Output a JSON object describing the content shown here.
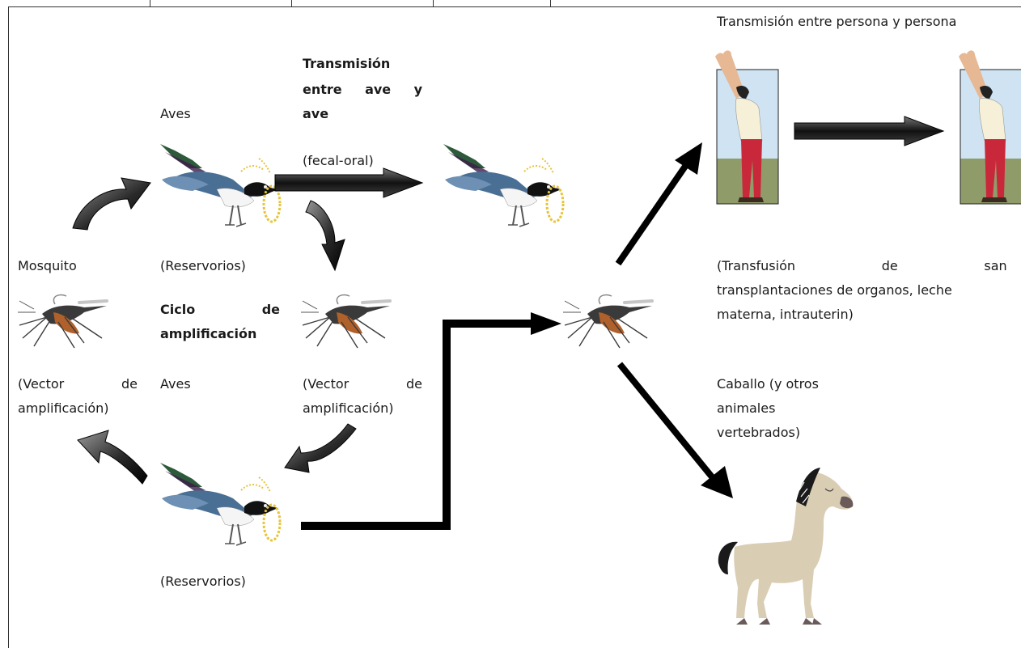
{
  "labels": {
    "aves_top": "Aves",
    "reservorios_top": "(Reservorios)",
    "mosquito": "Mosquito",
    "vector_left": "(Vector de amplificación)",
    "vector_left_word1": "(Vector",
    "vector_left_word2": "de",
    "vector_left_line2": "amplificación)",
    "ciclo_word1": "Ciclo",
    "ciclo_word2": "de",
    "ciclo_line2": "amplificación",
    "aves_center": "Aves",
    "vector_right_word1": "(Vector",
    "vector_right_word2": "de",
    "vector_right_line2": "amplificación)",
    "reservorios_bottom": "(Reservorios)",
    "bird_transmission_l1a": "Transmisión",
    "bird_transmission_l2a": "entre",
    "bird_transmission_l2b": "ave",
    "bird_transmission_l2c": "y",
    "bird_transmission_l3": "ave",
    "fecal_oral": "(fecal-oral)",
    "person_transmission": "Transmisión entre persona y persona",
    "transfusion_l1a": "(Transfusión",
    "transfusion_l1b": "de",
    "transfusion_l1c": "sangre,",
    "transfusion_l2": "transplantaciones de organos, leche",
    "transfusion_l3": "materna, intrauterin)",
    "caballo_l1": "Caballo (y otros",
    "caballo_l2": "animales",
    "caballo_l3": "vertebrados)"
  },
  "icons": [
    "magpie-bird-icon",
    "mosquito-icon",
    "person-stretching-icon",
    "horse-icon"
  ],
  "colors": {
    "arrow": "#000000",
    "arrow_gradient_light": "#8a8a8a",
    "sky": "#cfe3f3",
    "grass": "#8f9c6a",
    "pants": "#c8283a",
    "horse": "#d9cdb4",
    "mosquito_body": "#b0602a",
    "bird_wing": "#4a6f94"
  }
}
